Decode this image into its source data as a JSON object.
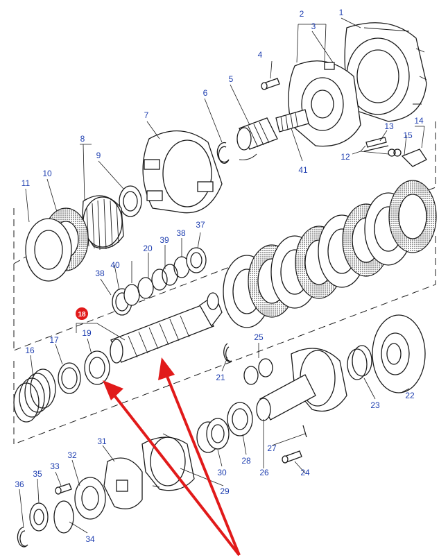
{
  "diagram": {
    "labels": {
      "l1": "1",
      "l2": "2",
      "l3": "3",
      "l4": "4",
      "l5": "5",
      "l6": "6",
      "l7": "7",
      "l8": "8",
      "l9": "9",
      "l10": "10",
      "l11": "11",
      "l12": "12",
      "l13": "13",
      "l14": "14",
      "l15": "15",
      "l16": "16",
      "l17": "17",
      "l18": "18",
      "l19": "19",
      "l20": "20",
      "l21": "21",
      "l22": "22",
      "l23": "23",
      "l24": "24",
      "l25": "25",
      "l26": "26",
      "l27": "27",
      "l28": "28",
      "l29": "29",
      "l30": "30",
      "l31": "31",
      "l32": "32",
      "l33": "33",
      "l34": "34",
      "l35": "35",
      "l36": "36",
      "l37": "37",
      "l38a": "38",
      "l38b": "38",
      "l39": "39",
      "l40": "40",
      "l41": "41"
    },
    "highlight_color": "#e11a1a",
    "label_color": "#1f3fb0"
  }
}
